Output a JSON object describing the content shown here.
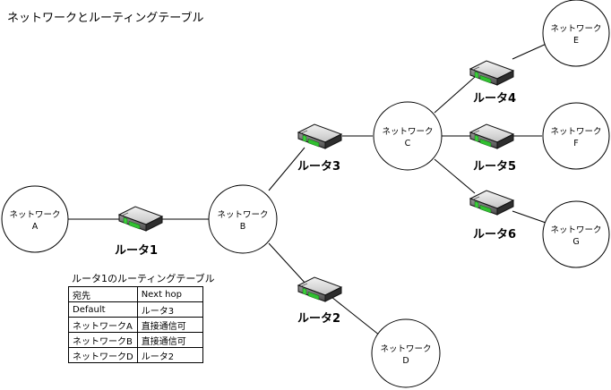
{
  "title": "ネットワークとルーティングテーブル",
  "networks": [
    {
      "id": "A",
      "line1": "ネットワーク",
      "line2": "A"
    },
    {
      "id": "B",
      "line1": "ネットワーク",
      "line2": "B"
    },
    {
      "id": "C",
      "line1": "ネットワーク",
      "line2": "C"
    },
    {
      "id": "D",
      "line1": "ネットワーク",
      "line2": "D"
    },
    {
      "id": "E",
      "line1": "ネットワーク",
      "line2": "E"
    },
    {
      "id": "F",
      "line1": "ネットワーク",
      "line2": "F"
    },
    {
      "id": "G",
      "line1": "ネットワーク",
      "line2": "G"
    }
  ],
  "routers": [
    {
      "id": "r1",
      "label": "ルータ1"
    },
    {
      "id": "r2",
      "label": "ルータ2"
    },
    {
      "id": "r3",
      "label": "ルータ3"
    },
    {
      "id": "r4",
      "label": "ルータ4"
    },
    {
      "id": "r5",
      "label": "ルータ5"
    },
    {
      "id": "r6",
      "label": "ルータ6"
    }
  ],
  "routing_table": {
    "caption": "ルータ1のルーティングテーブル",
    "rows": [
      [
        "宛先",
        "Next hop"
      ],
      [
        "Default",
        "ルータ3"
      ],
      [
        "ネットワークA",
        "直接通信可"
      ],
      [
        "ネットワークB",
        "直接通信可"
      ],
      [
        "ネットワークD",
        "ルータ2"
      ]
    ]
  }
}
